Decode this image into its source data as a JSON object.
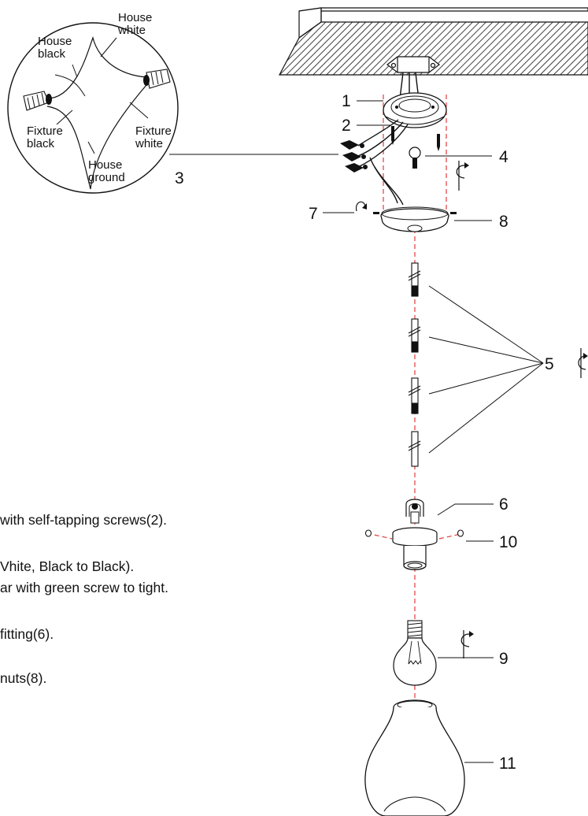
{
  "detail": {
    "house_black": [
      "House",
      "black"
    ],
    "house_white": [
      "House",
      "white"
    ],
    "fixture_black": [
      "Fixture",
      "black"
    ],
    "fixture_white": [
      "Fixture",
      "white"
    ],
    "house_ground": [
      "House",
      "ground"
    ]
  },
  "callouts": {
    "c1": "1",
    "c2": "2",
    "c3": "3",
    "c4": "4",
    "c5": "5",
    "c6": "6",
    "c7": "7",
    "c8": "8",
    "c9": "9",
    "c10": "10",
    "c11": "11"
  },
  "instructions": [
    "with self-tapping screws(2).",
    "Vhite, Black to Black).",
    "ar with green screw to tight.",
    "fitting(6).",
    "nuts(8)."
  ],
  "colors": {
    "line": "#111111",
    "dash": "#e23a3a"
  }
}
